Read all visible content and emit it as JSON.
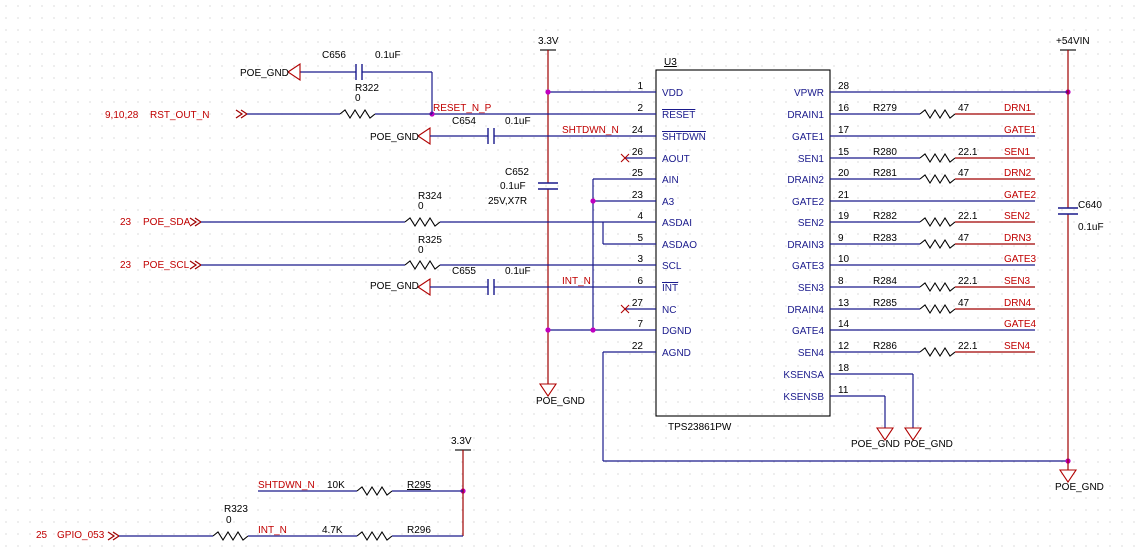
{
  "rails": {
    "v33": "3.3V",
    "v33b": "3.3V",
    "v54": "+54VIN"
  },
  "gnd": {
    "g1": "POE_GND",
    "g2": "POE_GND",
    "g3": "POE_GND",
    "g4": "POE_GND",
    "g5": "POE_GND",
    "g6": "POE_GND",
    "g7": "POE_GND"
  },
  "ic": {
    "ref": "U3",
    "part": "TPS23861PW",
    "left_pins": [
      {
        "num": "1",
        "name": "VDD"
      },
      {
        "num": "2",
        "name": "RESET"
      },
      {
        "num": "24",
        "name": "SHTDWN"
      },
      {
        "num": "26",
        "name": "AOUT"
      },
      {
        "num": "25",
        "name": "AIN"
      },
      {
        "num": "23",
        "name": "A3"
      },
      {
        "num": "4",
        "name": "ASDAI"
      },
      {
        "num": "5",
        "name": "ASDAO"
      },
      {
        "num": "3",
        "name": "SCL"
      },
      {
        "num": "6",
        "name": "INT"
      },
      {
        "num": "27",
        "name": "NC"
      },
      {
        "num": "7",
        "name": "DGND"
      },
      {
        "num": "22",
        "name": "AGND"
      }
    ],
    "right_pins": [
      {
        "num": "28",
        "name": "VPWR"
      },
      {
        "num": "16",
        "name": "DRAIN1"
      },
      {
        "num": "17",
        "name": "GATE1"
      },
      {
        "num": "15",
        "name": "SEN1"
      },
      {
        "num": "20",
        "name": "DRAIN2"
      },
      {
        "num": "21",
        "name": "GATE2"
      },
      {
        "num": "19",
        "name": "SEN2"
      },
      {
        "num": "9",
        "name": "DRAIN3"
      },
      {
        "num": "10",
        "name": "GATE3"
      },
      {
        "num": "8",
        "name": "SEN3"
      },
      {
        "num": "13",
        "name": "DRAIN4"
      },
      {
        "num": "14",
        "name": "GATE4"
      },
      {
        "num": "12",
        "name": "SEN4"
      },
      {
        "num": "18",
        "name": "KSENSA"
      },
      {
        "num": "11",
        "name": "KSENSB"
      }
    ]
  },
  "right_nets": [
    {
      "ref": "R279",
      "value": "47",
      "net": "DRN1"
    },
    {
      "ref": "",
      "value": "",
      "net": "GATE1"
    },
    {
      "ref": "R280",
      "value": "22.1",
      "net": "SEN1"
    },
    {
      "ref": "R281",
      "value": "47",
      "net": "DRN2"
    },
    {
      "ref": "",
      "value": "",
      "net": "GATE2"
    },
    {
      "ref": "R282",
      "value": "22.1",
      "net": "SEN2"
    },
    {
      "ref": "R283",
      "value": "47",
      "net": "DRN3"
    },
    {
      "ref": "",
      "value": "",
      "net": "GATE3"
    },
    {
      "ref": "R284",
      "value": "22.1",
      "net": "SEN3"
    },
    {
      "ref": "R285",
      "value": "47",
      "net": "DRN4"
    },
    {
      "ref": "",
      "value": "",
      "net": "GATE4"
    },
    {
      "ref": "R286",
      "value": "22.1",
      "net": "SEN4"
    }
  ],
  "parts": {
    "c656_ref": "C656",
    "c656_val": "0.1uF",
    "r322_ref": "R322",
    "r322_val": "0",
    "c654_ref": "C654",
    "c654_val": "0.1uF",
    "c652_ref": "C652",
    "c652_val": "0.1uF",
    "c652_rating": "25V,X7R",
    "r324_ref": "R324",
    "r324_val": "0",
    "r325_ref": "R325",
    "r325_val": "0",
    "c655_ref": "C655",
    "c655_val": "0.1uF",
    "c640_ref": "C640",
    "c640_val": "0.1uF",
    "r295_ref": "R295",
    "r295_val": "10K",
    "r296_ref": "R296",
    "r296_val": "4.7K",
    "r323_ref": "R323",
    "r323_val": "0"
  },
  "nets": {
    "reset_n_p": "RESET_N_P",
    "shtdwn_n": "SHTDWN_N",
    "int_n": "INT_N",
    "shtdwn_n_b": "SHTDWN_N",
    "int_n_b": "INT_N"
  },
  "ports": {
    "rst_pages": "9,10,28",
    "rst_name": "RST_OUT_N",
    "sda_page": "23",
    "sda_name": "POE_SDA",
    "scl_page": "23",
    "scl_name": "POE_SCL",
    "gpio_page": "25",
    "gpio_name": "GPIO_053"
  },
  "colors": {
    "wire": "#1a1a8c",
    "net_label": "#c00000",
    "junction": "#c000c0",
    "grid": "#bfbfbf"
  }
}
